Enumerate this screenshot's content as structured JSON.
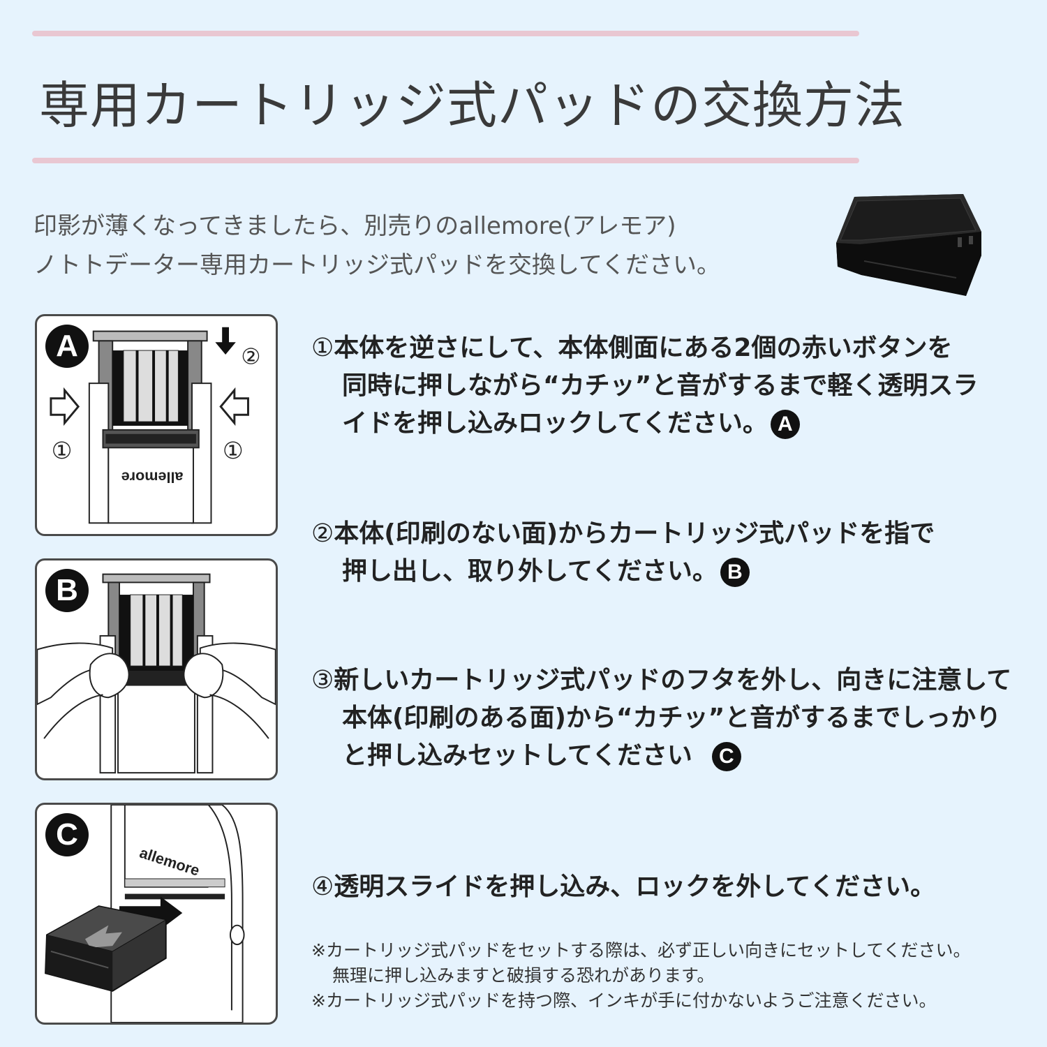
{
  "title": "専用カートリッジ式パッドの交換方法",
  "intro": {
    "line1": "印影が薄くなってきましたら、別売りのallemore(アレモア)",
    "line2": "ノトトデーター専用カートリッジ式パッドを交換してください。"
  },
  "panels": {
    "a": {
      "badge": "A",
      "logo_text": "allemore",
      "arrow_label_left": "①",
      "arrow_label_right": "①",
      "arrow_label_down": "②"
    },
    "b": {
      "badge": "B"
    },
    "c": {
      "badge": "C",
      "logo_text": "allemore"
    }
  },
  "steps": [
    {
      "num": "①",
      "lines": [
        "本体を逆さにして、本体側面にある2個の赤いボタンを",
        "同時に押しながら“カチッ”と音がするまで軽く透明スラ",
        "イドを押し込みロックしてください。"
      ],
      "ref": "A"
    },
    {
      "num": "②",
      "lines": [
        "本体(印刷のない面)からカートリッジ式パッドを指で",
        "押し出し、取り外してください。"
      ],
      "ref": "B"
    },
    {
      "num": "③",
      "lines": [
        "新しいカートリッジ式パッドのフタを外し、向きに注意して",
        "本体(印刷のある面)から“カチッ”と音がするまでしっかり",
        "と押し込みセットしてください"
      ],
      "ref": "C"
    },
    {
      "num": "④",
      "lines": [
        "透明スライドを押し込み、ロックを外してください。"
      ]
    }
  ],
  "notes": {
    "line1": "※カートリッジ式パッドをセットする際は、必ず正しい向きにセットしてください。",
    "line2": "無理に押し込みますと破損する恐れがあります。",
    "line3": "※カートリッジ式パッドを持つ際、インキが手に付かないようご注意ください。"
  },
  "colors": {
    "background": "#e6f3fd",
    "rule": "#e9c7d2",
    "badge": "#111111"
  }
}
